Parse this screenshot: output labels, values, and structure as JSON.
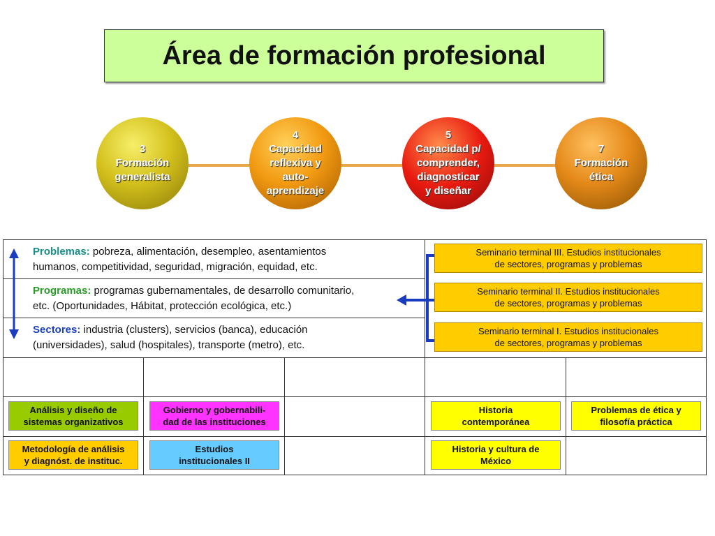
{
  "title": "Área de formación profesional",
  "circles": [
    {
      "lines": [
        "3",
        "Formación",
        "generalista"
      ]
    },
    {
      "lines": [
        "4",
        "Capacidad",
        "reflexiva y",
        "auto-",
        "aprendizaje"
      ]
    },
    {
      "lines": [
        "5",
        "Capacidad p/",
        "comprender,",
        "diagnosticar",
        "y diseñar"
      ]
    },
    {
      "lines": [
        "7",
        "Formación",
        "ética"
      ]
    }
  ],
  "rows": [
    {
      "label": "Problemas:",
      "line1": " pobreza, alimentación, desempleo, asentamientos",
      "line2": "humanos, competitividad, seguridad, migración, equidad, etc."
    },
    {
      "label": "Programas:",
      "line1": " programas gubernamentales, de desarrollo comunitario,",
      "line2": "etc. (Oportunidades, Hábitat, protección ecológica, etc.)"
    },
    {
      "label": "Sectores:",
      "line1": " industria (clusters), servicios (banca), educación",
      "line2": "(universidades), salud (hospitales), transporte (metro), etc."
    }
  ],
  "seminars": [
    {
      "line1": "Seminario terminal III. Estudios institucionales",
      "line2": "de sectores, programas y problemas"
    },
    {
      "line1": "Seminario terminal II. Estudios institucionales",
      "line2": "de sectores, programas y problemas"
    },
    {
      "line1": "Seminario terminal I. Estudios institucionales",
      "line2": "de sectores, programas y problemas"
    }
  ],
  "courses": [
    {
      "line1": "Análisis y diseño de",
      "line2": "sistemas organizativos",
      "color": "#99cc00"
    },
    {
      "line1": "Gobierno y gobernabili-",
      "line2": "dad de las instituciones",
      "color": "#ff33ff"
    },
    {
      "line1": "Historia",
      "line2": "contemporánea",
      "color": "#ffff00"
    },
    {
      "line1": "Problemas de ética y",
      "line2": "filosofía práctica",
      "color": "#ffff00"
    },
    {
      "line1": "Metodología de análisis",
      "line2": "y diagnóst. de instituc.",
      "color": "#ffcc00"
    },
    {
      "line1": "Estudios",
      "line2": "institucionales II",
      "color": "#66ccff"
    },
    {
      "line1": "Historia y cultura de",
      "line2": "México",
      "color": "#ffff00"
    }
  ]
}
